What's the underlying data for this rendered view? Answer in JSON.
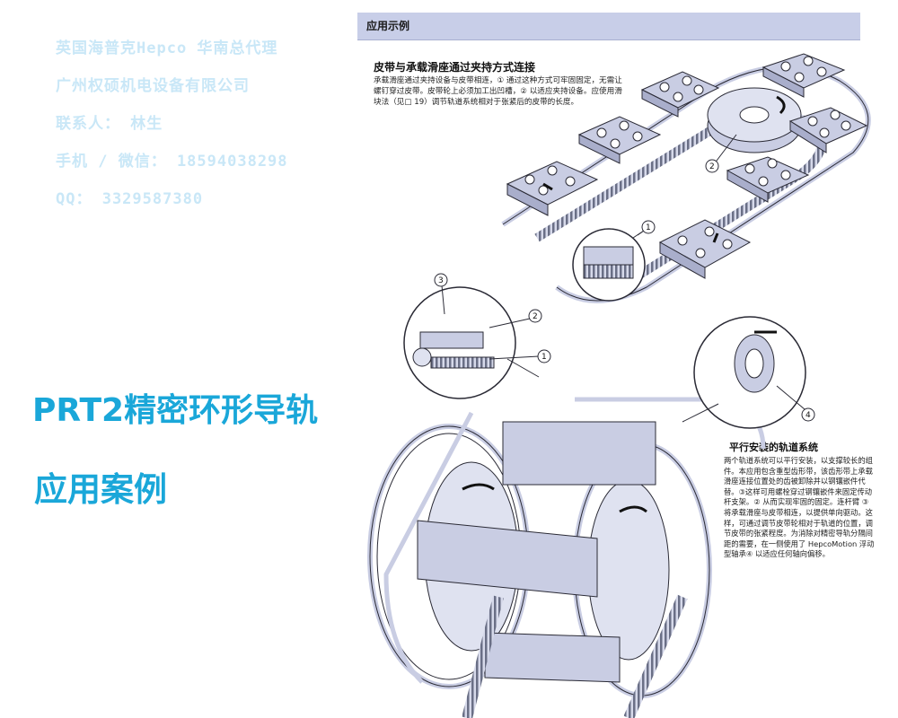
{
  "watermark": {
    "line1": "英国海普克Hepco 华南总代理",
    "line2": "广州权硕机电设备有限公司",
    "line3": "联系人： 林生",
    "line4": "手机 / 微信： 18594038298",
    "line5": "QQ： 3329587380"
  },
  "headline": {
    "title": "PRT2精密环形导轨",
    "subtitle": "应用案例"
  },
  "document": {
    "header": "应用示例",
    "section1": {
      "title": "皮带与承载滑座通过夹持方式连接",
      "body": "承载滑座通过夹持设备与皮带相连，① 通过这种方式可牢固固定，无需让螺钉穿过皮带。皮带轮上必须加工出凹槽，② 以适应夹持设备。应使用滑块法（见□ 19）调节轨道系统相对于张紧后的皮带的长度。"
    },
    "section2": {
      "title": "平行安装的轨道系统",
      "body": "两个轨道系统可以平行安装，以支撑较长的组件。本应用包含重型齿形带，该齿形带上承载滑座连接位置处的齿被卸除并以钢镶嵌件代替。③这样可用螺栓穿过钢镶嵌件来固定传动杆支架。② 从而实现牢固的固定。连杆臂 ③ 将承载滑座与皮带相连，以提供单向驱动。这样，可通过调节皮带轮相对于轨道的位置，调节皮带的张紧程度。为消除对精密导轨分隔间距的需要，在一侧使用了 HepcoMotion 浮动型轴承④ 以适应任何轴向偏移。"
    },
    "callouts": [
      "1",
      "2",
      "3",
      "4"
    ]
  },
  "colors": {
    "watermark": "#c9e7f7",
    "headline": "#1aa7d9",
    "header_bg": "#c8cee8",
    "part_fill": "#c9cde3",
    "outline": "#2a2a35"
  }
}
